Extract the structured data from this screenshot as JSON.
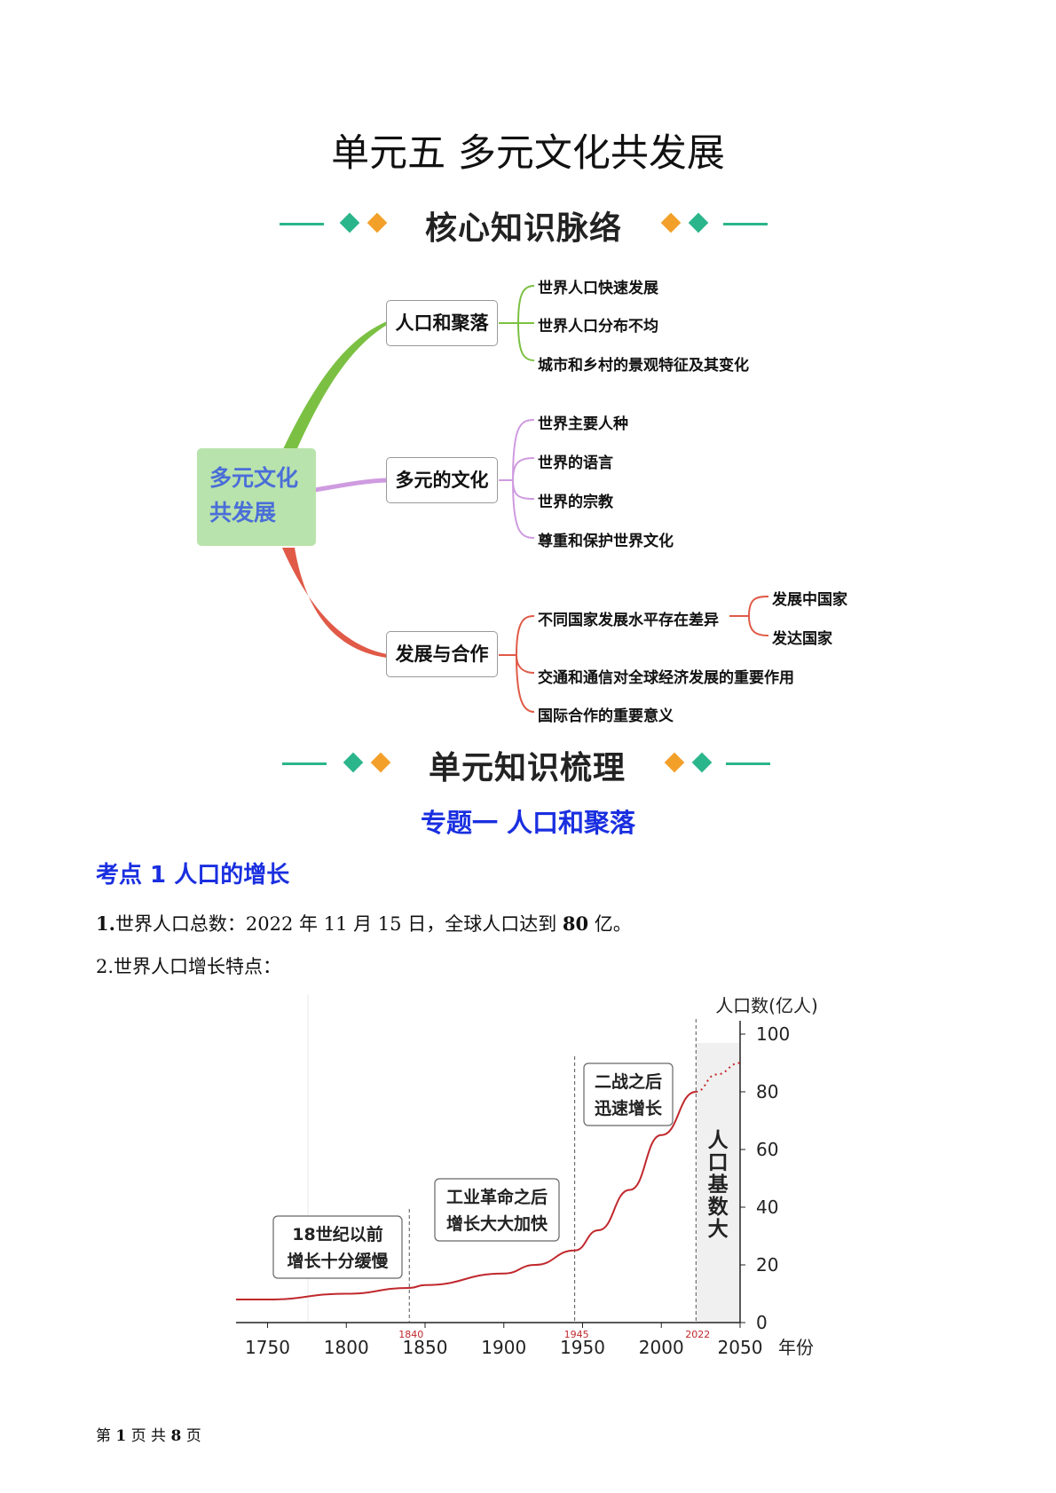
{
  "title": "单元五  多元文化共发展",
  "banner1": "核心知识脉络",
  "banner2": "单元知识梳理",
  "mindmap": {
    "root": [
      "多元文化",
      "共发展"
    ],
    "branches": [
      {
        "label": "人口和聚落",
        "color": "#7bc043",
        "leaves": [
          "世界人口快速发展",
          "世界人口分布不均",
          "城市和乡村的景观特征及其变化"
        ]
      },
      {
        "label": "多元的文化",
        "color": "#cf9be0",
        "leaves": [
          "世界主要人种",
          "世界的语言",
          "世界的宗教",
          "尊重和保护世界文化"
        ]
      },
      {
        "label": "发展与合作",
        "color": "#e05a47",
        "leaves": [
          "不同国家发展水平存在差异",
          "交通和通信对全球经济发展的重要作用",
          "国际合作的重要意义"
        ],
        "sub": [
          "发展中国家",
          "发达国家"
        ]
      }
    ]
  },
  "topic": "专题一  人口和聚落",
  "kaodian": "考点 1  人口的增长",
  "p1": {
    "num": "1.",
    "text": "世界人口总数：2022 年 11 月 15 日，全球人口达到 ",
    "value": "80",
    "tail": " 亿。"
  },
  "p2": "2.世界人口增长特点：",
  "footer": {
    "a": "第 ",
    "b": "1",
    "c": " 页 共 ",
    "d": "8",
    "e": " 页"
  },
  "chart_data": {
    "type": "line",
    "ylabel": "人口数(亿人)",
    "xlabel": "年份",
    "xlim": [
      1730,
      2050
    ],
    "ylim": [
      0,
      100
    ],
    "xticks": [
      1750,
      1800,
      1850,
      1900,
      1950,
      2000,
      2050
    ],
    "yticks": [
      0,
      20,
      40,
      60,
      80,
      100
    ],
    "series": [
      {
        "style": "solid",
        "color": "#c0282d",
        "x": [
          1730,
          1750,
          1800,
          1840,
          1850,
          1900,
          1920,
          1945,
          1960,
          1980,
          2000,
          2022
        ],
        "y": [
          8,
          8,
          10,
          12,
          13,
          17,
          20,
          25,
          32,
          46,
          65,
          80
        ]
      },
      {
        "style": "dotted",
        "color": "#c0282d",
        "x": [
          2022,
          2035,
          2050
        ],
        "y": [
          80,
          86,
          90
        ]
      }
    ],
    "markers": [
      {
        "year": 1840,
        "label": "1840"
      },
      {
        "year": 1945,
        "label": "1945"
      },
      {
        "year": 2022,
        "label": "2022"
      }
    ],
    "annotations": [
      {
        "lines": [
          "18世纪以前",
          "增长十分缓慢"
        ]
      },
      {
        "lines": [
          "工业革命之后",
          "增长大大加快"
        ]
      },
      {
        "lines": [
          "二战之后",
          "迅速增长"
        ]
      }
    ],
    "shaded_label": "人口基数大",
    "grid": false
  }
}
